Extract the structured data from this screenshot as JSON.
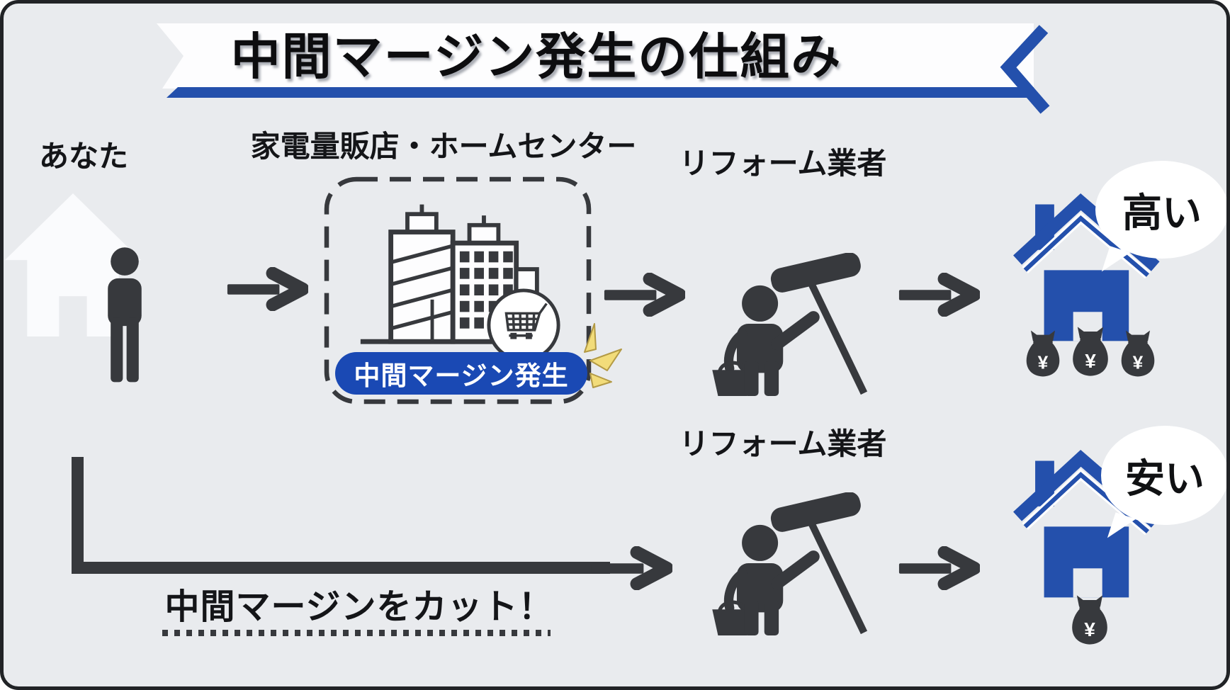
{
  "title": "中間マージン発生の仕組み",
  "you": {
    "label": "あなた"
  },
  "retailer": {
    "label": "家電量販店・ホームセンター",
    "badge": "中間マージン発生"
  },
  "top_flow": {
    "contractor_label": "リフォーム業者",
    "price_bubble": "高い",
    "money_bags": 3
  },
  "bottom_flow": {
    "contractor_label": "リフォーム業者",
    "price_bubble": "安い",
    "money_bags": 1,
    "cut_label": "中間マージンをカット！"
  },
  "misc": {
    "yen": "¥"
  },
  "colors": {
    "background": "#e9ebee",
    "dark": "#37393d",
    "accent_blue": "#2450ac",
    "badge_blue": "#1a49b4",
    "banner_white": "#fdfdfe",
    "sparkle_yellow": "#f2dc7a"
  }
}
